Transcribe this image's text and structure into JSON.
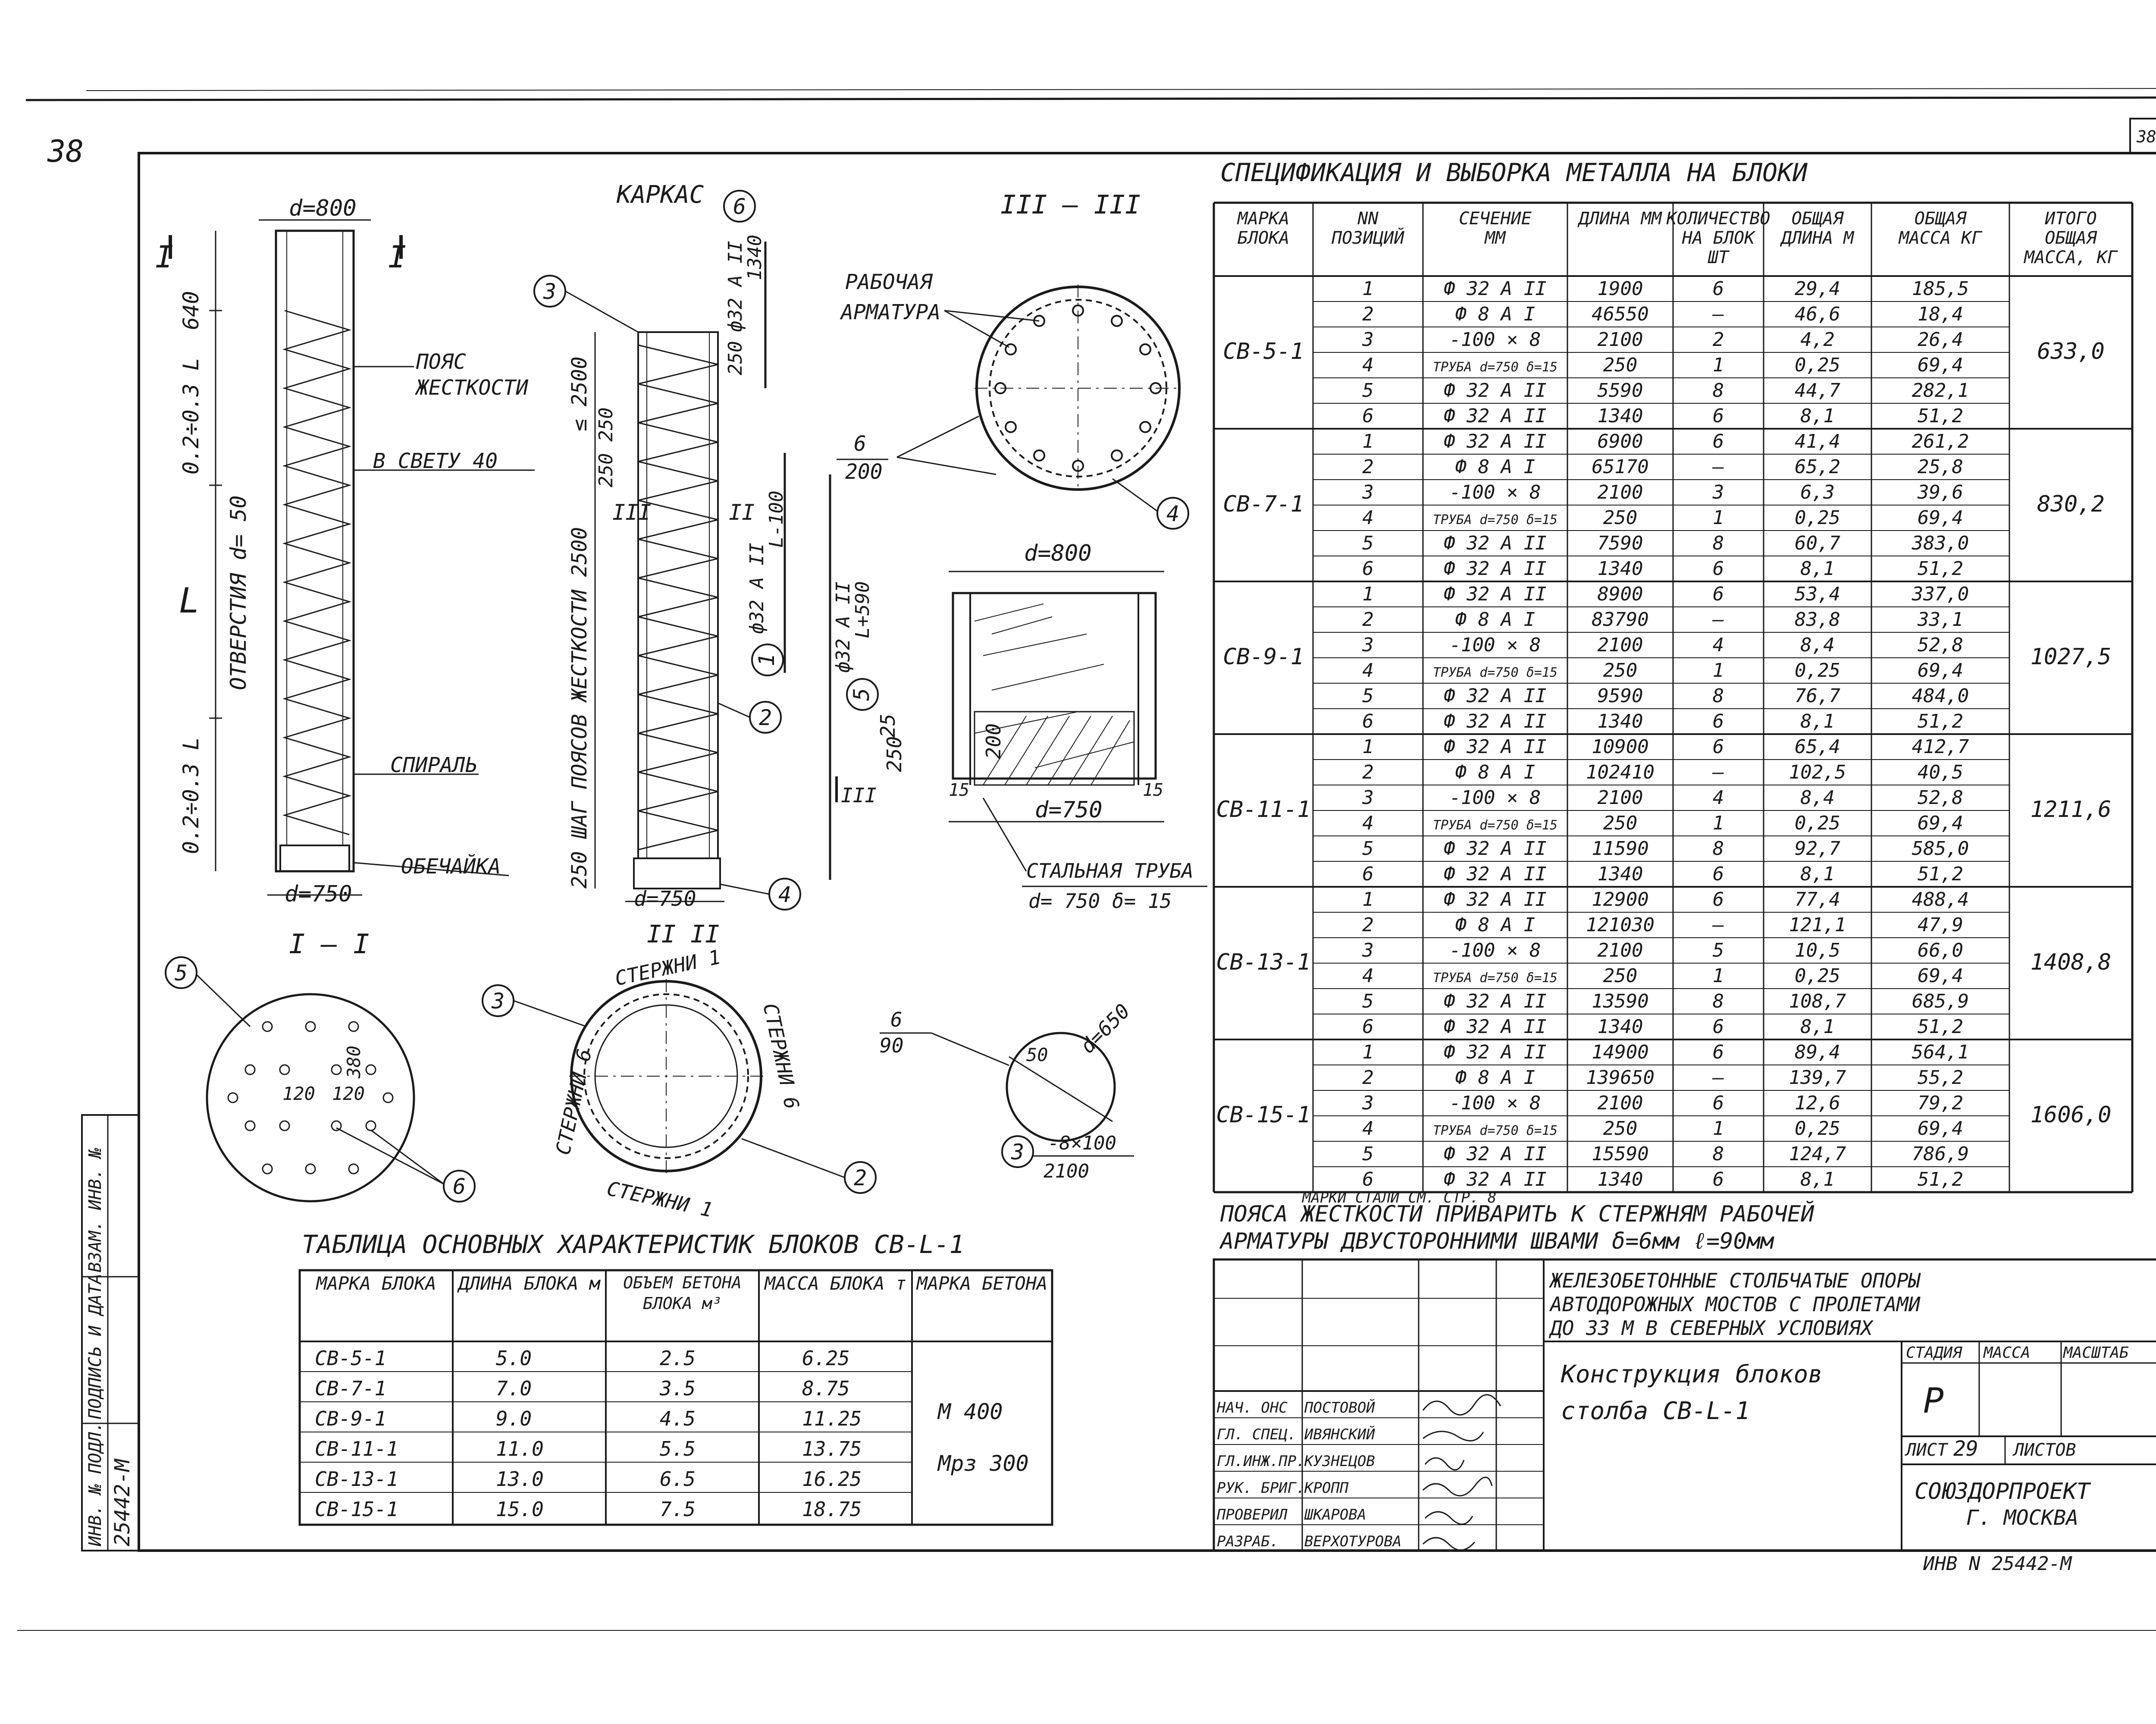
{
  "sheet_page_number": "38",
  "corner_number": "38",
  "views": {
    "elevation": {
      "cut_mark": "I",
      "d_top": "d=800",
      "d_bottom": "d=750",
      "dim_640": "640",
      "dim_top": "0.2÷0.3 L",
      "dim_bottom": "0.2÷0.3 L",
      "L": "L",
      "holes": "ОТВЕРСТИЯ d= 50",
      "belt_label_1": "ПОЯС",
      "belt_label_2": "ЖЕСТКОСТИ",
      "clear_label": "В СВЕТУ 40",
      "spiral_label": "СПИРАЛЬ",
      "shell_label": "ОБЕЧАЙКА"
    },
    "cage": {
      "title": "КАРКАС",
      "pos6": "6",
      "pos6_bar": "ф32 А II",
      "pos6_len": "1340",
      "dim_250a": "250",
      "dim_2500": "≤ 2500",
      "dim_250_250": "250 250",
      "dim_step": "250 ШАГ ПОЯСОВ ЖЕСТКОСТИ 2500",
      "pos1_bar": "ф32 А II",
      "pos1_len": "L-100",
      "pos5_bar": "ф32 А II",
      "pos5_len": "L+590",
      "cut3": "III",
      "cut2": "II",
      "d_bottom": "d=750",
      "section_label": "II II",
      "pos1": "1",
      "pos2": "2",
      "pos3": "3",
      "pos4": "4",
      "pos5": "5"
    },
    "section_III": {
      "title": "III – III",
      "working_bars_1": "РАБОЧАЯ",
      "working_bars_2": "АРМАТУРА",
      "bar_6": "6",
      "bar_200": "200",
      "pos4": "4"
    },
    "detail": {
      "d_top": "d=800",
      "d_bottom": "d=750",
      "dim_25": "25",
      "dim_250": "250",
      "dim_200": "200",
      "dim_15a": "15",
      "dim_15b": "15",
      "steel_pipe": "СТАЛЬНАЯ ТРУБА",
      "pipe_size": "d= 750  δ= 15",
      "pos5": "5",
      "cut3": "III"
    },
    "section_I": {
      "title": "I – I",
      "dim_380": "380",
      "dim_120a": "120",
      "dim_120b": "120",
      "pos5": "5",
      "pos6": "6"
    },
    "section_II": {
      "bars_1_top": "СТЕРЖНИ 1",
      "bars_1_bottom": "СТЕРЖНИ 1",
      "bars_6_left": "СТЕРЖНИ 6",
      "bars_6_right": "СТЕРЖНИ 6",
      "pos2": "2",
      "pos3": "3"
    },
    "ring": {
      "weld_6": "6",
      "weld_90": "90",
      "dim_50": "50",
      "d_650": "d=650",
      "strip": "-8×100",
      "len": "2100",
      "pos3": "3"
    }
  },
  "characteristics": {
    "title": "ТАБЛИЦА  ОСНОВНЫХ  ХАРАКТЕРИСТИК  БЛОКОВ  СВ-L-1",
    "headers": [
      "МАРКА БЛОКА",
      "ДЛИНА БЛОКА м",
      "ОБЪЕМ БЕТОНА БЛОКА м³",
      "МАССА БЛОКА т",
      "МАРКА БЕТОНА"
    ],
    "rows": [
      [
        "СВ-5-1",
        "5.0",
        "2.5",
        "6.25"
      ],
      [
        "СВ-7-1",
        "7.0",
        "3.5",
        "8.75"
      ],
      [
        "СВ-9-1",
        "9.0",
        "4.5",
        "11.25"
      ],
      [
        "СВ-11-1",
        "11.0",
        "5.5",
        "13.75"
      ],
      [
        "СВ-13-1",
        "13.0",
        "6.5",
        "16.25"
      ],
      [
        "СВ-15-1",
        "15.0",
        "7.5",
        "18.75"
      ]
    ],
    "concrete_grade_1": "М 400",
    "concrete_grade_2": "Мрз 300"
  },
  "specification": {
    "title": "СПЕЦИФИКАЦИЯ  И  ВЫБОРКА  МЕТАЛЛА  НА  БЛОКИ",
    "headers": [
      "МАРКА БЛОКА",
      "NN ПОЗИЦИЙ",
      "СЕЧЕНИЕ ММ",
      "ДЛИНА ММ",
      "КОЛИЧЕСТВО НА БЛОК ШТ",
      "ОБЩАЯ ДЛИНА М",
      "ОБЩАЯ МАССА КГ",
      "ИТОГО ОБЩАЯ МАССА, КГ"
    ],
    "blocks": [
      {
        "mark": "СВ-5-1",
        "total": "633,0",
        "rows": [
          [
            "1",
            "Ф 32 А II",
            "1900",
            "6",
            "29,4",
            "185,5"
          ],
          [
            "2",
            "Ф 8 А I",
            "46550",
            "–",
            "46,6",
            "18,4"
          ],
          [
            "3",
            "-100 × 8",
            "2100",
            "2",
            "4,2",
            "26,4"
          ],
          [
            "4",
            "ТРУБА d=750 δ=15",
            "250",
            "1",
            "0,25",
            "69,4"
          ],
          [
            "5",
            "Ф 32 А II",
            "5590",
            "8",
            "44,7",
            "282,1"
          ],
          [
            "6",
            "Ф 32 А II",
            "1340",
            "6",
            "8,1",
            "51,2"
          ]
        ]
      },
      {
        "mark": "СВ-7-1",
        "total": "830,2",
        "rows": [
          [
            "1",
            "Ф 32 А II",
            "6900",
            "6",
            "41,4",
            "261,2"
          ],
          [
            "2",
            "Ф 8 А I",
            "65170",
            "–",
            "65,2",
            "25,8"
          ],
          [
            "3",
            "-100 × 8",
            "2100",
            "3",
            "6,3",
            "39,6"
          ],
          [
            "4",
            "ТРУБА d=750 δ=15",
            "250",
            "1",
            "0,25",
            "69,4"
          ],
          [
            "5",
            "Ф 32 А II",
            "7590",
            "8",
            "60,7",
            "383,0"
          ],
          [
            "6",
            "Ф 32 А II",
            "1340",
            "6",
            "8,1",
            "51,2"
          ]
        ]
      },
      {
        "mark": "СВ-9-1",
        "total": "1027,5",
        "rows": [
          [
            "1",
            "Ф 32 А II",
            "8900",
            "6",
            "53,4",
            "337,0"
          ],
          [
            "2",
            "Ф 8 А I",
            "83790",
            "–",
            "83,8",
            "33,1"
          ],
          [
            "3",
            "-100 × 8",
            "2100",
            "4",
            "8,4",
            "52,8"
          ],
          [
            "4",
            "ТРУБА d=750 δ=15",
            "250",
            "1",
            "0,25",
            "69,4"
          ],
          [
            "5",
            "Ф 32 А II",
            "9590",
            "8",
            "76,7",
            "484,0"
          ],
          [
            "6",
            "Ф 32 А II",
            "1340",
            "6",
            "8,1",
            "51,2"
          ]
        ]
      },
      {
        "mark": "СВ-11-1",
        "total": "1211,6",
        "rows": [
          [
            "1",
            "Ф 32 А II",
            "10900",
            "6",
            "65,4",
            "412,7"
          ],
          [
            "2",
            "Ф 8 А I",
            "102410",
            "–",
            "102,5",
            "40,5"
          ],
          [
            "3",
            "-100 × 8",
            "2100",
            "4",
            "8,4",
            "52,8"
          ],
          [
            "4",
            "ТРУБА d=750 δ=15",
            "250",
            "1",
            "0,25",
            "69,4"
          ],
          [
            "5",
            "Ф 32 А II",
            "11590",
            "8",
            "92,7",
            "585,0"
          ],
          [
            "6",
            "Ф 32 А II",
            "1340",
            "6",
            "8,1",
            "51,2"
          ]
        ]
      },
      {
        "mark": "СВ-13-1",
        "total": "1408,8",
        "rows": [
          [
            "1",
            "Ф 32 А II",
            "12900",
            "6",
            "77,4",
            "488,4"
          ],
          [
            "2",
            "Ф 8 А I",
            "121030",
            "–",
            "121,1",
            "47,9"
          ],
          [
            "3",
            "-100 × 8",
            "2100",
            "5",
            "10,5",
            "66,0"
          ],
          [
            "4",
            "ТРУБА d=750 δ=15",
            "250",
            "1",
            "0,25",
            "69,4"
          ],
          [
            "5",
            "Ф 32 А II",
            "13590",
            "8",
            "108,7",
            "685,9"
          ],
          [
            "6",
            "Ф 32 А II",
            "1340",
            "6",
            "8,1",
            "51,2"
          ]
        ]
      },
      {
        "mark": "СВ-15-1",
        "total": "1606,0",
        "rows": [
          [
            "1",
            "Ф 32 А II",
            "14900",
            "6",
            "89,4",
            "564,1"
          ],
          [
            "2",
            "Ф 8 А I",
            "139650",
            "–",
            "139,7",
            "55,2"
          ],
          [
            "3",
            "-100 × 8",
            "2100",
            "6",
            "12,6",
            "79,2"
          ],
          [
            "4",
            "ТРУБА d=750 δ=15",
            "250",
            "1",
            "0,25",
            "69,4"
          ],
          [
            "5",
            "Ф 32 А II",
            "15590",
            "8",
            "124,7",
            "786,9"
          ],
          [
            "6",
            "Ф 32 А II",
            "1340",
            "6",
            "8,1",
            "51,2"
          ]
        ]
      }
    ],
    "footnote_marks": "МАРКИ СТАЛИ СМ. СТР. 8",
    "note_line1": "ПОЯСА ЖЕСТКОСТИ ПРИВАРИТЬ К СТЕРЖНЯМ РАБОЧЕЙ",
    "note_line2": "АРМАТУРЫ ДВУСТОРОННИМИ ШВАМИ δ=6мм ℓ=90мм"
  },
  "title_block": {
    "project_line1": "ЖЕЛЕЗОБЕТОННЫЕ  СТОЛБЧАТЫЕ  ОПОРЫ",
    "project_line2": "АВТОДОРОЖНЫХ  МОСТОВ  С  ПРОЛЕТАМИ",
    "project_line3": "ДО 33 М  В  СЕВЕРНЫХ  УСЛОВИЯХ",
    "drawing_title_1": "Конструкция  блоков",
    "drawing_title_2": "столба  СВ-L-1",
    "stage_header": "СТАДИЯ",
    "mass_header": "МАССА",
    "scale_header": "МАСШТАБ",
    "stage": "Р",
    "sheet_label": "ЛИСТ",
    "sheet_no": "29",
    "sheets_label": "ЛИСТОВ",
    "org_1": "СОЮЗДОРПРОЕКТ",
    "org_2": "Г. МОСКВА",
    "signers": [
      {
        "role": "НАЧ. ОНС",
        "name": "ПОСТОВОЙ"
      },
      {
        "role": "ГЛ. СПЕЦ.",
        "name": "ИВЯНСКИЙ"
      },
      {
        "role": "ГЛ.ИНЖ.ПР.",
        "name": "КУЗНЕЦОВ"
      },
      {
        "role": "РУК. БРИГ.",
        "name": "КРОПП"
      },
      {
        "role": "ПРОВЕРИЛ",
        "name": "ШКАРОВА"
      },
      {
        "role": "РАЗРАБ.",
        "name": "ВЕРХОТУРОВА"
      }
    ],
    "inv_number": "ИНВ N 25442-М"
  },
  "side_stamp": {
    "inv_label": "ИНВ. № ПОДЛ.",
    "sign_label": "ПОДПИСЬ И ДАТА",
    "replace_label": "ВЗАМ. ИНВ. №",
    "inv_value": "25442-М"
  }
}
